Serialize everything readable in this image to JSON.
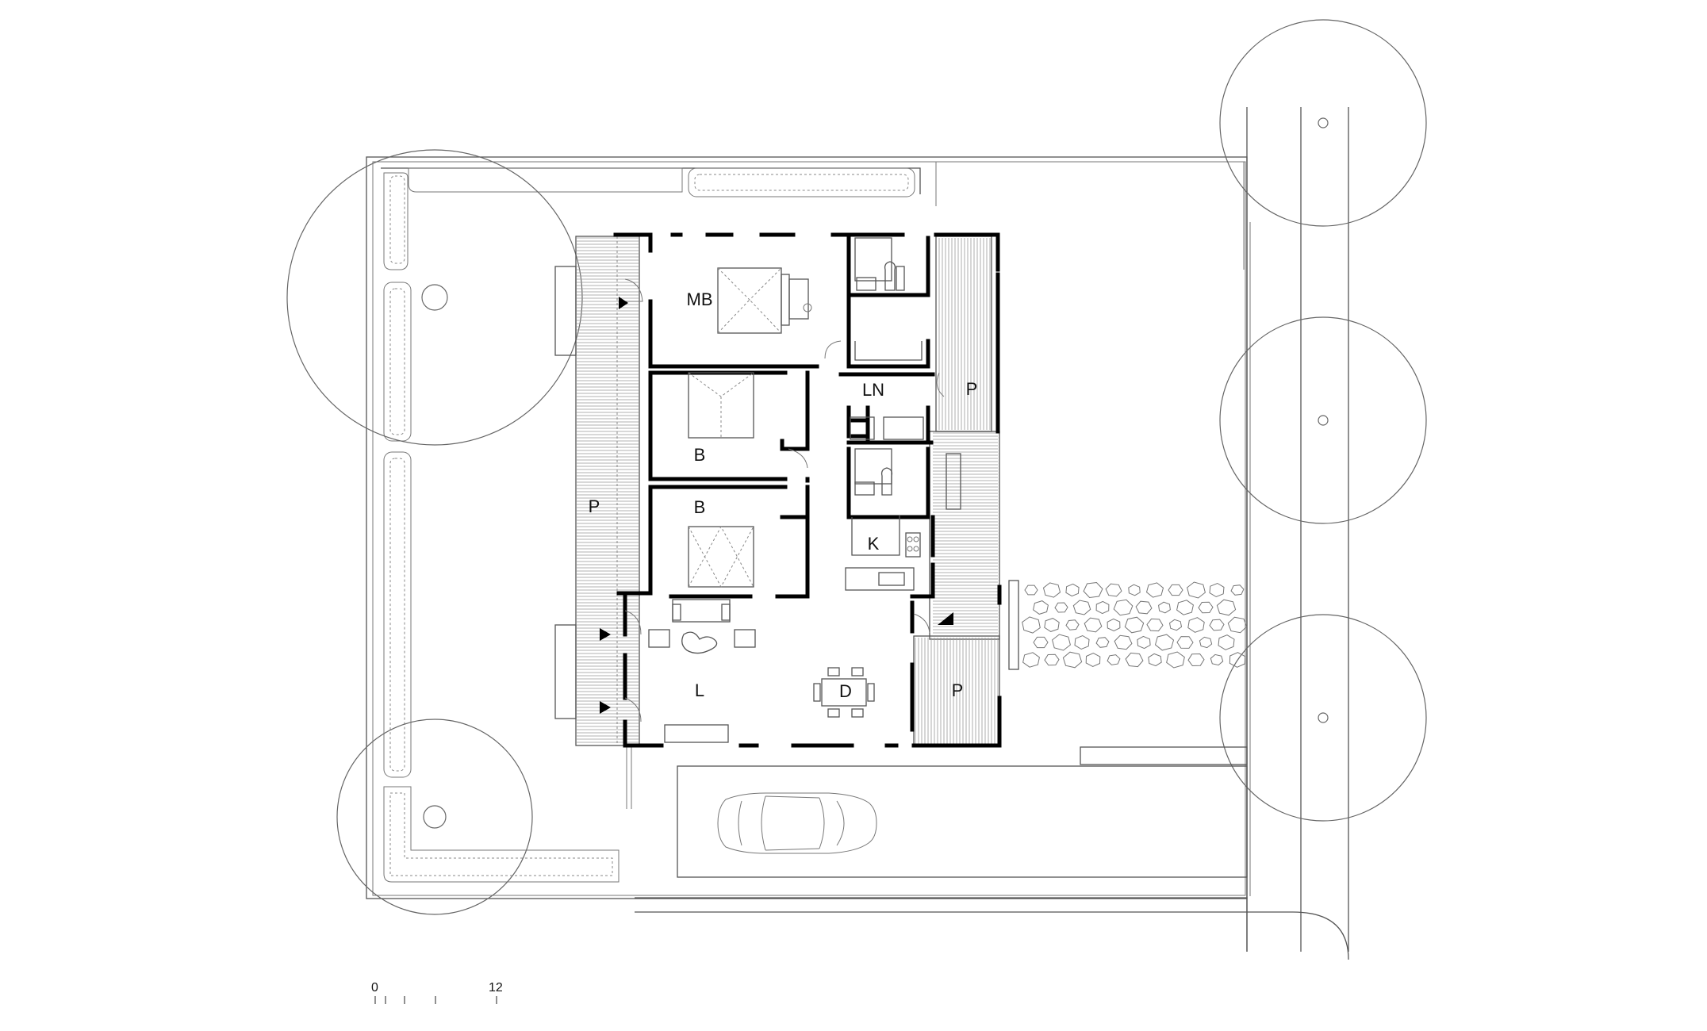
{
  "rooms": {
    "master_bedroom": "MB",
    "bedroom_1": "B",
    "bedroom_2": "B",
    "linen": "LN",
    "kitchen": "K",
    "living": "L",
    "dining": "D",
    "patio_west": "P",
    "patio_east": "P",
    "patio_south_east": "P"
  },
  "scale": {
    "start": "0",
    "end": "12"
  }
}
